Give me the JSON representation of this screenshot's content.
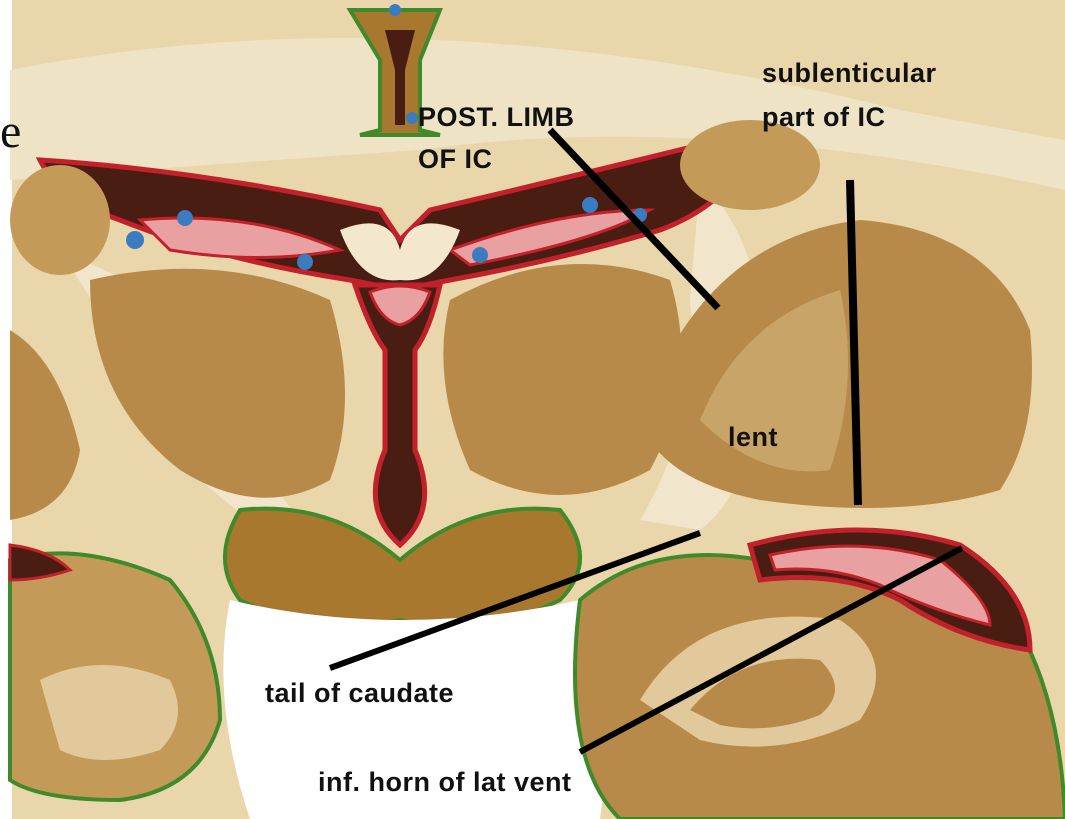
{
  "labels": {
    "post_limb_line1": "POST. LIMB",
    "post_limb_line2": "OF IC",
    "sublenticular_line1": "sublenticular",
    "sublenticular_line2": "part of IC",
    "lent": "lent",
    "tail_of_caudate": "tail of caudate",
    "inf_horn": "inf. horn of lat vent",
    "stray_char": "e"
  },
  "colors": {
    "background_tissue": "#e9d6aa",
    "white_matter": "#efe3c6",
    "gray_matter": "#b88a4a",
    "ventricle_dark": "#4a1d12",
    "choroid_red": "#c2202a",
    "choroid_pink": "#e8a0a0",
    "pia_green": "#3f8a2a",
    "vessel_blue": "#3b7bbf",
    "pointer_line": "#000000"
  }
}
